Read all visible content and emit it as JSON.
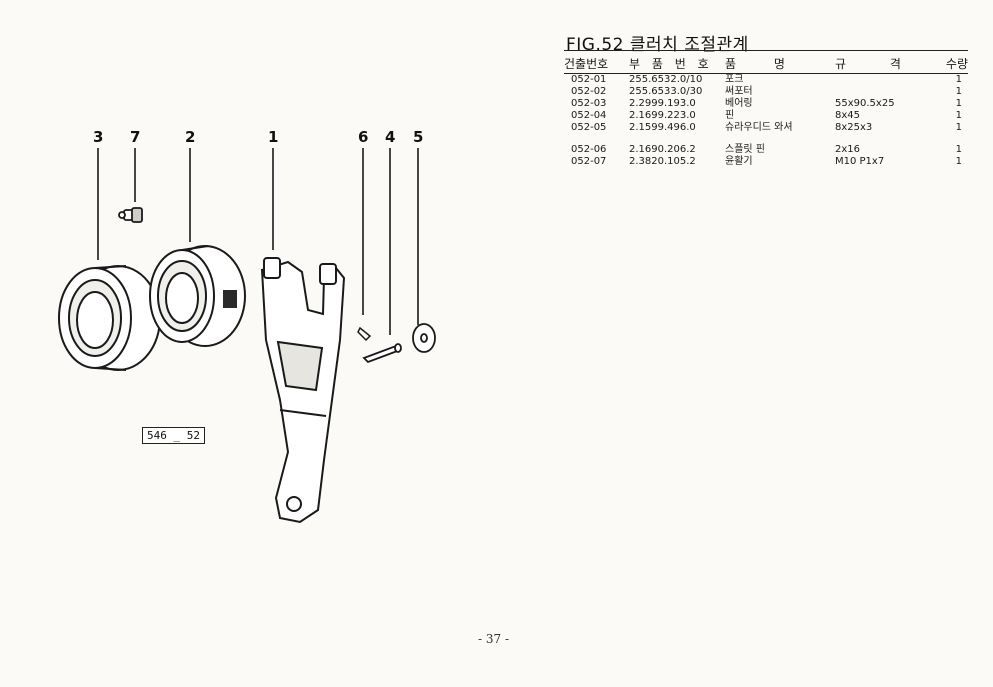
{
  "figure": {
    "title": "FIG.52 클러치 조절관계",
    "code": "546 _ 52",
    "page_number": "- 37 -"
  },
  "table": {
    "headers": {
      "no": "건출번호",
      "part": "부 품 번 호",
      "name": "품 명",
      "spec": "규 격",
      "qty": "수량"
    },
    "rows": [
      {
        "no": "052-01",
        "part": "255.6532.0/10",
        "name": "포크",
        "spec": "",
        "qty": "1"
      },
      {
        "no": "052-02",
        "part": "255.6533.0/30",
        "name": "써포터",
        "spec": "",
        "qty": "1"
      },
      {
        "no": "052-03",
        "part": "2.2999.193.0",
        "name": "베어링",
        "spec": "55x90.5x25",
        "qty": "1"
      },
      {
        "no": "052-04",
        "part": "2.1699.223.0",
        "name": "핀",
        "spec": "8x45",
        "qty": "1"
      },
      {
        "no": "052-05",
        "part": "2.1599.496.0",
        "name": "슈라우디드 와셔",
        "spec": "8x25x3",
        "qty": "1"
      }
    ],
    "rows2": [
      {
        "no": "052-06",
        "part": "2.1690.206.2",
        "name": "스플릿 핀",
        "spec": "2x16",
        "qty": "1"
      },
      {
        "no": "052-07",
        "part": "2.3820.105.2",
        "name": "윤활기",
        "spec": "M10 P1x7",
        "qty": "1"
      }
    ]
  },
  "callouts": [
    "3",
    "7",
    "2",
    "1",
    "6",
    "4",
    "5"
  ]
}
